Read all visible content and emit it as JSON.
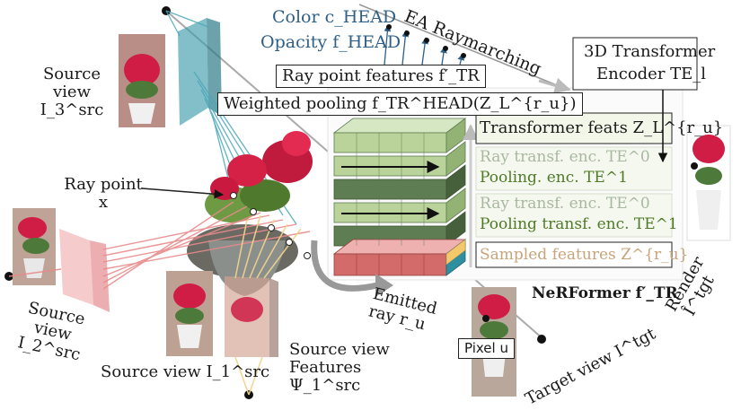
{
  "labels": {
    "color_head": "Color c_HEAD",
    "opacity_head": "Opacity f_HEAD",
    "ea_raymarching": "EA Raymarching",
    "ray_point_features": "Ray point features f′_TR",
    "weighted_pooling": "Weighted pooling f_TR^HEAD(Z_L^{r_u})",
    "transformer_3d_line1": "3D Transformer",
    "transformer_3d_line2": "Encoder TE_l",
    "transformer_feats": "Transformer feats Z_L^{r_u}",
    "ray_transf_enc_1": "Ray transf. enc. TE^0",
    "pooling_enc": "Pooling. enc. TE^1",
    "ray_transf_enc_2": "Ray transf. enc. TE^0",
    "pooling_transf_enc": "Pooling transf. enc. TE^1",
    "sampled_features": "Sampled features Z^{r_u}",
    "source_view_3": "Source view I_3^src",
    "ray_point": "Ray point x",
    "source_view_2": "Source view I_2^src",
    "source_view_1": "Source view I_1^src",
    "source_view_features": "Source view Features Ψ_1^src",
    "emitted_ray": "Emitted ray r_u",
    "pixel_u": "Pixel u",
    "target_view": "Target view I^tgt",
    "nerformer": "NeRFormer f′_TR",
    "render": "Render Î^tgt"
  },
  "colors": {
    "green_text": "#4f7a28",
    "tan_text": "#c8a47a",
    "blue_text": "#2e5f86",
    "ray_red": "#e88a8a",
    "ray_yellow": "#f2d38a",
    "ray_teal": "#4aa6b8",
    "block_green": "#b9d39a",
    "block_dark_green": "#5f7d52",
    "block_red": "#d36b6b",
    "block_teal": "#2d8f9f"
  }
}
